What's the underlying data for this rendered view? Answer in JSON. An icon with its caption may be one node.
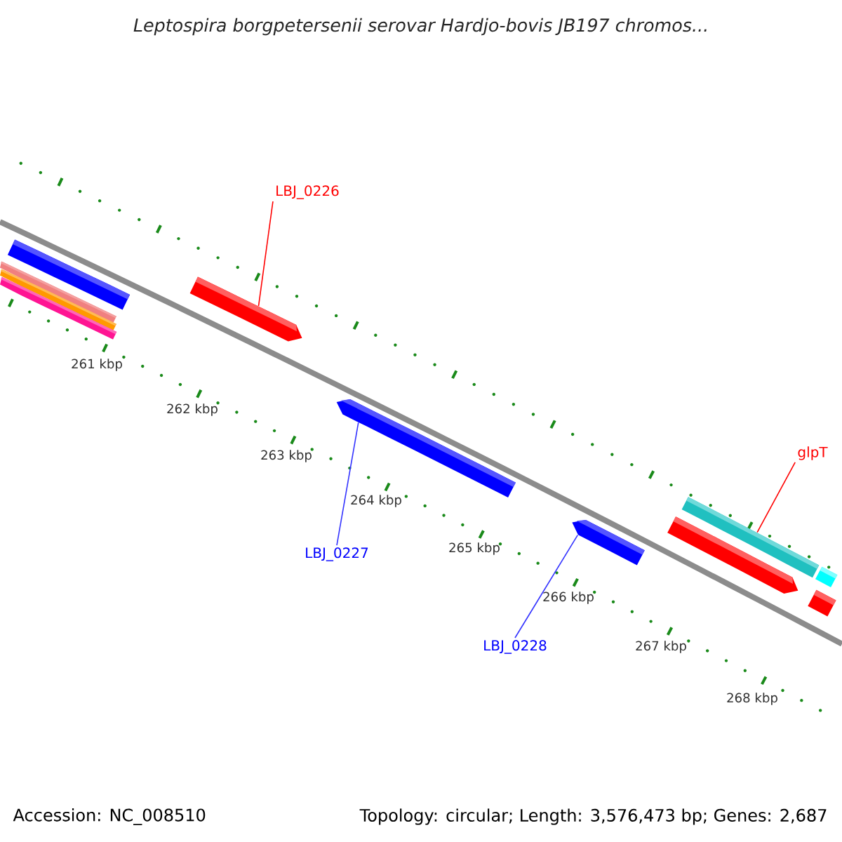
{
  "diagram": {
    "title": "Leptospira borgpetersenii serovar Hardjo-bovis JB197 chromos...",
    "nodes": [
      {
        "text": [
          "LBJ_0226"
        ]
      },
      {
        "text": [],
        "shape": "bar"
      },
      {
        "text": [],
        "shape": "bar"
      },
      {
        "text": [],
        "shape": "bar"
      },
      {
        "text": [],
        "shape": "bar"
      },
      {
        "text": [],
        "shape": "bar"
      },
      {
        "text": [],
        "shape": "bar"
      },
      {
        "text": [
          "glpT"
        ]
      },
      {
        "text": [],
        "shape": "bar"
      },
      {
        "text": [],
        "shape": "bar"
      },
      {
        "text": [
          "LBJ_0227"
        ]
      },
      {
        "text": [],
        "shape": "bar"
      },
      {
        "text": [],
        "shape": "bar"
      },
      {
        "text": [],
        "shape": "bar"
      },
      {
        "text": [
          "LBJ_0228"
        ]
      }
    ],
    "edges": [
      {
        "from": 0,
        "to": 5,
        "arrow": "none",
        "color": "#ff0000"
      },
      {
        "from": 7,
        "to": 8,
        "arrow": "none",
        "color": "#ff0000"
      },
      {
        "from": 10,
        "to": 6,
        "arrow": "none",
        "color": "#3333ff"
      },
      {
        "from": 14,
        "to": 9,
        "arrow": "none",
        "color": "#3333ff"
      }
    ],
    "labels": [
      "261 kbp",
      "262 kbp",
      "263 kbp",
      "264 kbp",
      "265 kbp",
      "266 kbp",
      "267 kbp",
      "268 kbp",
      "Accession: NC_008510",
      "Topology: circular; Length: 3,576,473 bp; Genes: 2,687"
    ]
  }
}
